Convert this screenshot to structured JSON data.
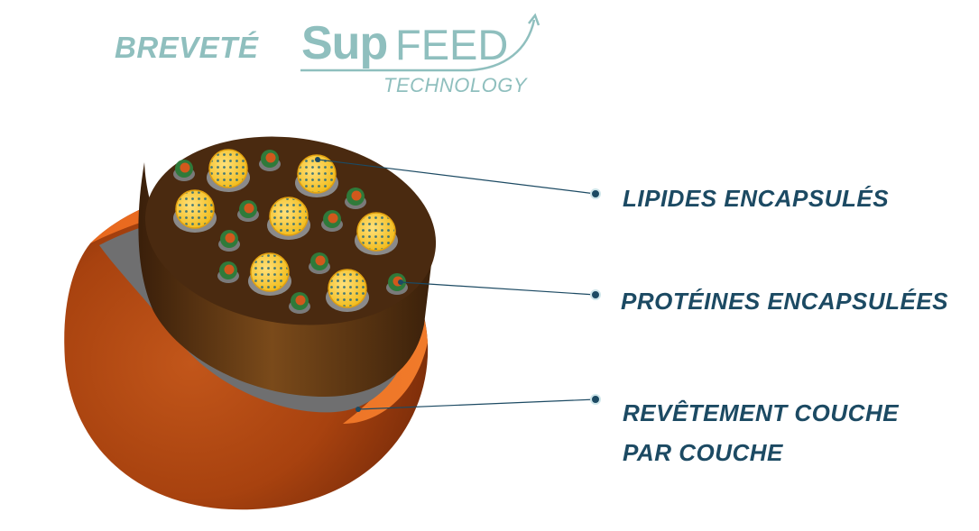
{
  "header": {
    "patent_label": "BREVETÉ",
    "brand_sup": "Sup",
    "brand_feed": "FEED",
    "brand_sub": "TECHNOLOGY"
  },
  "labels": {
    "lipids": "LIPIDES ENCAPSULÉS",
    "proteins": "PROTÉINES ENCAPSULÉES",
    "coating_line1": "REVÊTEMENT COUCHE",
    "coating_line2": "PAR COUCHE"
  },
  "colors": {
    "brand": "#8fbfbe",
    "label": "#1c4a63",
    "shell_outer": "#e8681e",
    "shell_dark": "#7a2e0c",
    "core": "#4a2a10",
    "lipid": "#f2c21a",
    "protein_outer": "#2f7a3a",
    "protein_inner": "#d2581c"
  }
}
